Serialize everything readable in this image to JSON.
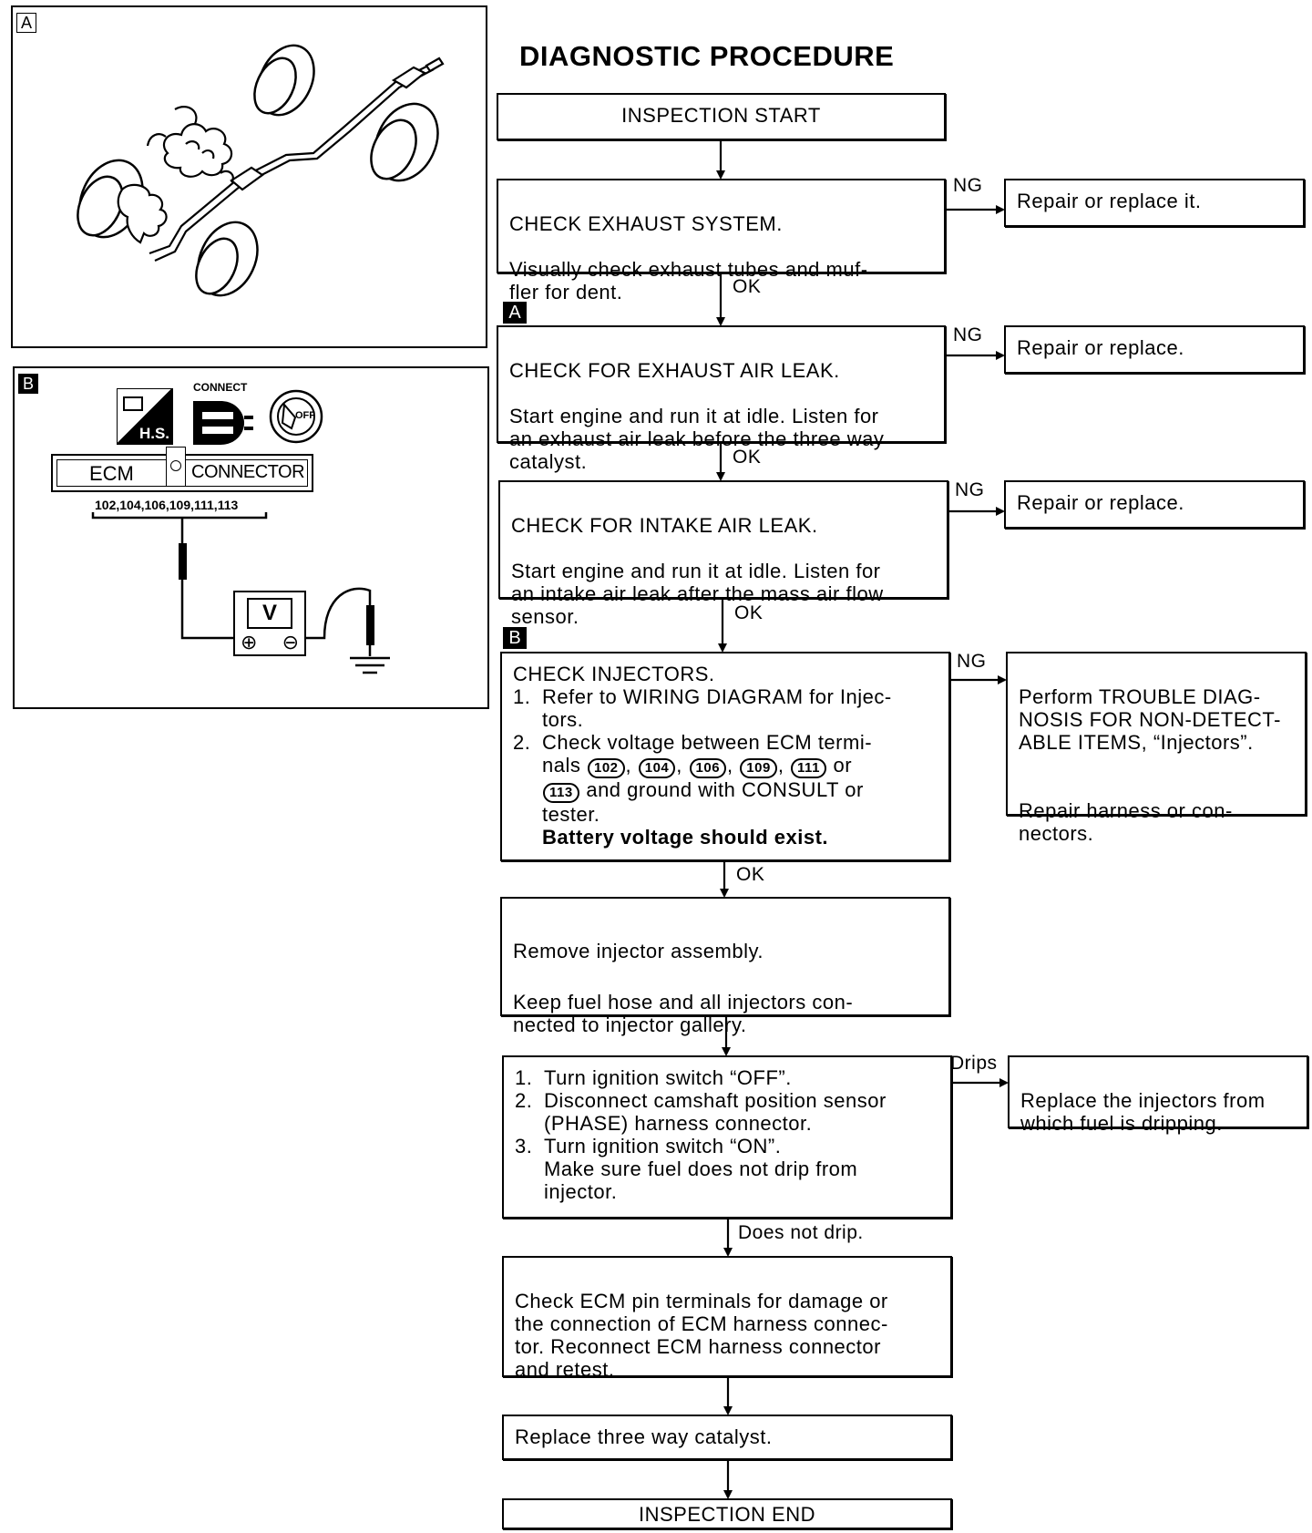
{
  "title": "DIAGNOSTIC PROCEDURE",
  "figure_a": {
    "tag": "A"
  },
  "figure_b": {
    "tag": "B",
    "hs_label": "H.S.",
    "connect_label": "CONNECT",
    "key_label": "OFF",
    "ecm_label": "ECM",
    "connector_label": "CONNECTOR",
    "terminals": "102,104,106,109,111,113",
    "meter_label": "V",
    "plus": "⊕",
    "minus": "⊖"
  },
  "flow": {
    "start": "INSPECTION START",
    "step1": {
      "title": "CHECK EXHAUST SYSTEM.",
      "body": "Visually check exhaust tubes and muf-\nfler for dent.",
      "ng_label": "NG",
      "ng_action": "Repair or replace it.",
      "ok_label": "OK"
    },
    "step2": {
      "tag": "A",
      "title": "CHECK FOR EXHAUST AIR LEAK.",
      "body": "Start engine and run it at idle. Listen for\nan exhaust air leak before the three way\ncatalyst.",
      "ng_label": "NG",
      "ng_action": "Repair or replace.",
      "ok_label": "OK"
    },
    "step3": {
      "title": "CHECK FOR INTAKE AIR LEAK.",
      "body": "Start engine and run it at idle. Listen for\nan intake air leak after the mass air flow\nsensor.",
      "ng_label": "NG",
      "ng_action": "Repair or replace.",
      "ok_label": "OK"
    },
    "step4": {
      "tag": "B",
      "title": "CHECK INJECTORS.",
      "item1_num": "1.",
      "item1": "Refer to WIRING DIAGRAM for Injec-\ntors.",
      "item2_num": "2.",
      "item2_a": "Check voltage between ECM termi-",
      "item2_b": "nals",
      "t102": "102",
      "t104": "104",
      "t106": "106",
      "t109": "109",
      "t111": "111",
      "t113": "113",
      "or": "or",
      "item2_c": "and ground with CONSULT or\ntester.",
      "emph": "Battery voltage should exist.",
      "ng_label": "NG",
      "ng_action_1": "Perform TROUBLE DIAG-\nNOSIS FOR NON-DETECT-\nABLE ITEMS, “Injectors”.",
      "ng_action_2": "Repair harness or con-\nnectors.",
      "ok_label": "OK"
    },
    "step5": {
      "line1": "Remove injector assembly.",
      "line2": "Keep fuel hose and all injectors con-\nnected to injector gallery."
    },
    "step6": {
      "item1_num": "1.",
      "item1": "Turn ignition switch “OFF”.",
      "item2_num": "2.",
      "item2": "Disconnect camshaft position sensor\n(PHASE) harness connector.",
      "item3_num": "3.",
      "item3": "Turn ignition switch “ON”.\nMake sure fuel does not drip from\ninjector.",
      "drips_label": "Drips",
      "drips_action": "Replace the injectors from\nwhich fuel is dripping.",
      "ok_label": "Does not drip."
    },
    "step7": {
      "body": "Check ECM pin terminals for damage or\nthe connection of ECM harness connec-\ntor. Reconnect ECM harness connector\nand retest."
    },
    "step8": {
      "body": "Replace three way catalyst."
    },
    "end": "INSPECTION END"
  }
}
